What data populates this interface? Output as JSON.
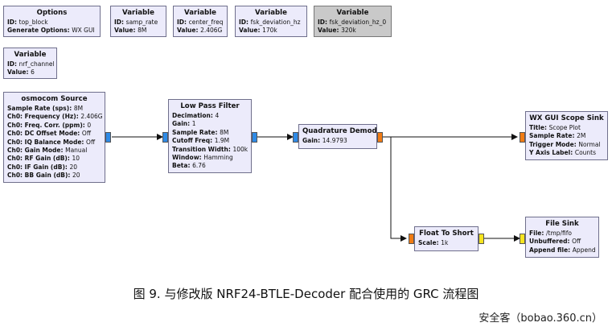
{
  "blocks": {
    "options": {
      "title": "Options",
      "params": [
        {
          "k": "ID",
          "v": "top_block"
        },
        {
          "k": "Generate Options",
          "v": "WX GUI"
        }
      ]
    },
    "var_samp_rate": {
      "title": "Variable",
      "params": [
        {
          "k": "ID",
          "v": "samp_rate"
        },
        {
          "k": "Value",
          "v": "8M"
        }
      ]
    },
    "var_center_freq": {
      "title": "Variable",
      "params": [
        {
          "k": "ID",
          "v": "center_freq"
        },
        {
          "k": "Value",
          "v": "2.406G"
        }
      ]
    },
    "var_fsk_dev": {
      "title": "Variable",
      "params": [
        {
          "k": "ID",
          "v": "fsk_deviation_hz"
        },
        {
          "k": "Value",
          "v": "170k"
        }
      ]
    },
    "var_fsk_dev0": {
      "title": "Variable",
      "params": [
        {
          "k": "ID",
          "v": "fsk_deviation_hz_0"
        },
        {
          "k": "Value",
          "v": "320k"
        }
      ]
    },
    "var_nrf_channel": {
      "title": "Variable",
      "params": [
        {
          "k": "ID",
          "v": "nrf_channel"
        },
        {
          "k": "Value",
          "v": "6"
        }
      ]
    },
    "osmocom": {
      "title": "osmocom Source",
      "params": [
        {
          "k": "Sample Rate (sps)",
          "v": "8M"
        },
        {
          "k": "Ch0: Frequency (Hz)",
          "v": "2.406G"
        },
        {
          "k": "Ch0: Freq. Corr. (ppm)",
          "v": "0"
        },
        {
          "k": "Ch0: DC Offset Mode",
          "v": "Off"
        },
        {
          "k": "Ch0: IQ Balance Mode",
          "v": "Off"
        },
        {
          "k": "Ch0: Gain Mode",
          "v": "Manual"
        },
        {
          "k": "Ch0: RF Gain (dB)",
          "v": "10"
        },
        {
          "k": "Ch0: IF Gain (dB)",
          "v": "20"
        },
        {
          "k": "Ch0: BB Gain (dB)",
          "v": "20"
        }
      ]
    },
    "lpf": {
      "title": "Low Pass Filter",
      "params": [
        {
          "k": "Decimation",
          "v": "4"
        },
        {
          "k": "Gain",
          "v": "1"
        },
        {
          "k": "Sample Rate",
          "v": "8M"
        },
        {
          "k": "Cutoff Freq",
          "v": "1.9M"
        },
        {
          "k": "Transition Width",
          "v": "100k"
        },
        {
          "k": "Window",
          "v": "Hamming"
        },
        {
          "k": "Beta",
          "v": "6.76"
        }
      ]
    },
    "quad": {
      "title": "Quadrature Demod",
      "params": [
        {
          "k": "Gain",
          "v": "14.9793"
        }
      ]
    },
    "scope": {
      "title": "WX GUI Scope Sink",
      "params": [
        {
          "k": "Title",
          "v": "Scope Plot"
        },
        {
          "k": "Sample Rate",
          "v": "2M"
        },
        {
          "k": "Trigger Mode",
          "v": "Normal"
        },
        {
          "k": "Y Axis Label",
          "v": "Counts"
        }
      ]
    },
    "f2s": {
      "title": "Float To Short",
      "params": [
        {
          "k": "Scale",
          "v": "1k"
        }
      ]
    },
    "filesink": {
      "title": "File Sink",
      "params": [
        {
          "k": "File",
          "v": "/tmp/fifo"
        },
        {
          "k": "Unbuffered",
          "v": "Off"
        },
        {
          "k": "Append file",
          "v": "Append"
        }
      ]
    }
  },
  "colors": {
    "block_bg": "#ecebfb",
    "disabled_bg": "#c9c9c9",
    "port_complex": "#2e8ae6",
    "port_float": "#f07b14",
    "port_short": "#f6e41f"
  },
  "caption": "图 9. 与修改版 NRF24-BTLE-Decoder 配合使用的 GRC 流程图",
  "watermark": "安全客（bobao.360.cn）"
}
